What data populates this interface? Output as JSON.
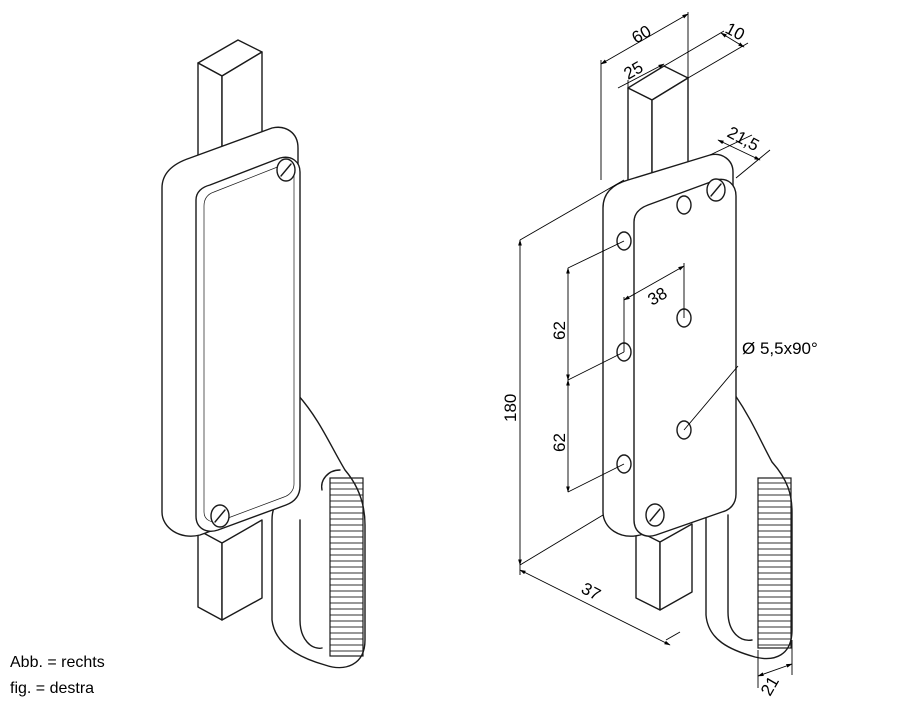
{
  "captions": {
    "line1": "Abb. = rechts",
    "line2": "fig. = destra"
  },
  "dimensions": {
    "width_total": "60",
    "bolt_width": "25",
    "bolt_depth": "10",
    "body_depth": "21,5",
    "hole_spacing_horizontal": "38",
    "hole_spacing_upper": "62",
    "hole_spacing_lower": "62",
    "height": "180",
    "screw_hole": "Ø 5,5x90°",
    "base_width": "37",
    "handle_depth": "21"
  }
}
